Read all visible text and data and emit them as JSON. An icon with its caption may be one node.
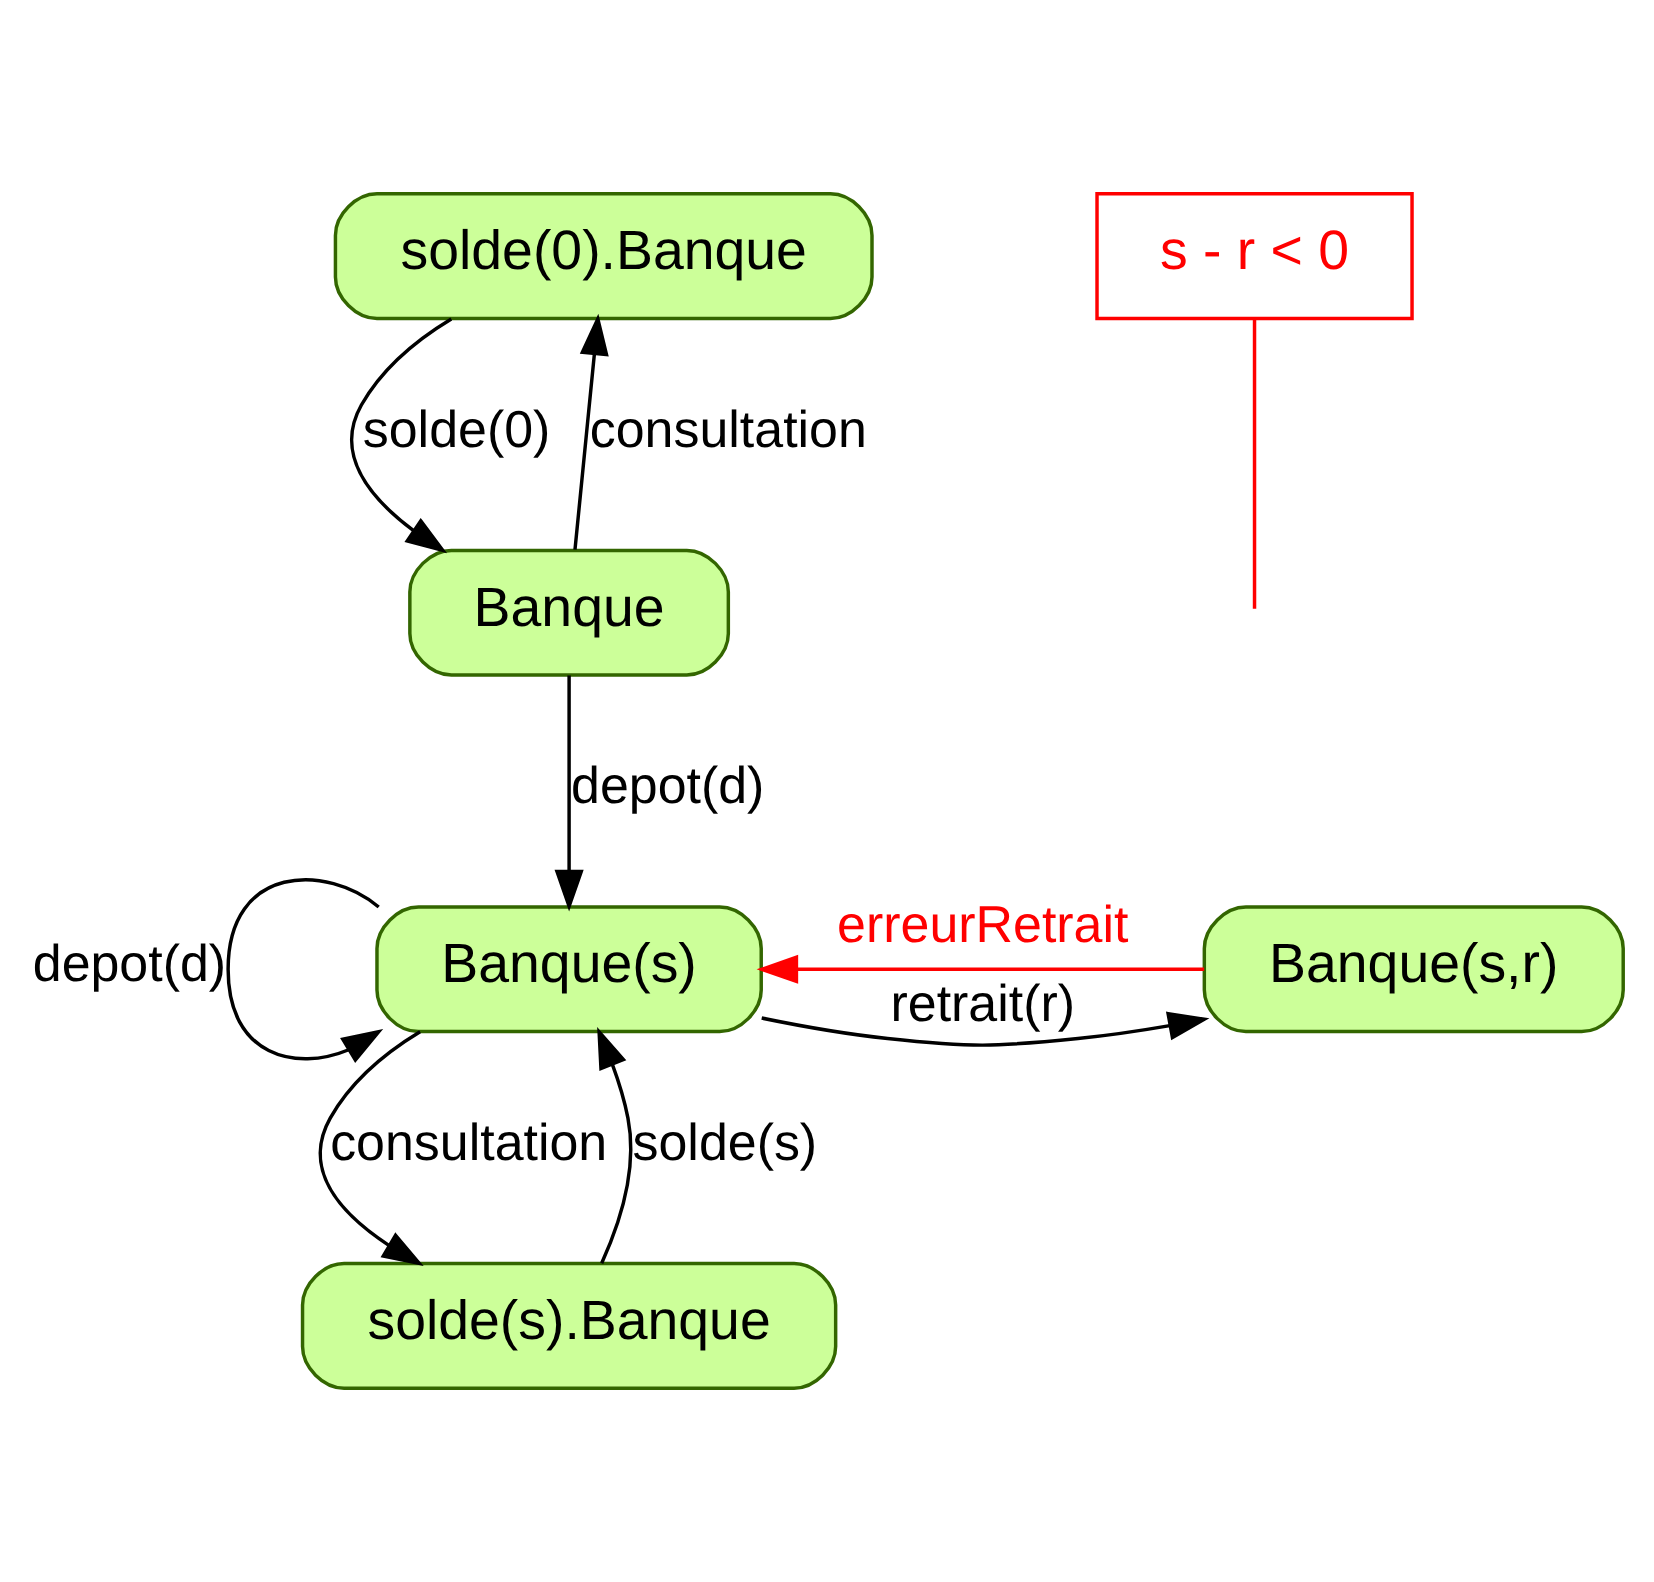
{
  "diagram": {
    "nodes": [
      {
        "text": [
          "solde(0).Banque"
        ]
      },
      {
        "text": [
          "Banque"
        ]
      },
      {
        "text": [
          "Banque(s)"
        ]
      },
      {
        "text": [
          "Banque(s,r)"
        ]
      },
      {
        "text": [
          "solde(s).Banque"
        ]
      },
      {
        "text": [
          "s - r < 0"
        ]
      }
    ],
    "edges": [
      {
        "from": 1,
        "to": 0,
        "arrow": "to",
        "label": "consultation"
      },
      {
        "from": 0,
        "to": 1,
        "arrow": "to",
        "label": "solde(0)"
      },
      {
        "from": 1,
        "to": 2,
        "arrow": "to",
        "label": "depot(d)"
      },
      {
        "from": 2,
        "to": 2,
        "arrow": "to",
        "label": "depot(d)"
      },
      {
        "from": 3,
        "to": 2,
        "arrow": "to",
        "label": "erreurRetrait",
        "color": "#ff0000"
      },
      {
        "from": 2,
        "to": 3,
        "arrow": "to",
        "label": "retrait(r)"
      },
      {
        "from": 2,
        "to": 4,
        "arrow": "to",
        "label": "consultation"
      },
      {
        "from": 4,
        "to": 2,
        "arrow": "to",
        "label": "solde(s)"
      },
      {
        "from": 5,
        "to": null,
        "arrow": "none",
        "color": "#ff0000"
      }
    ]
  }
}
